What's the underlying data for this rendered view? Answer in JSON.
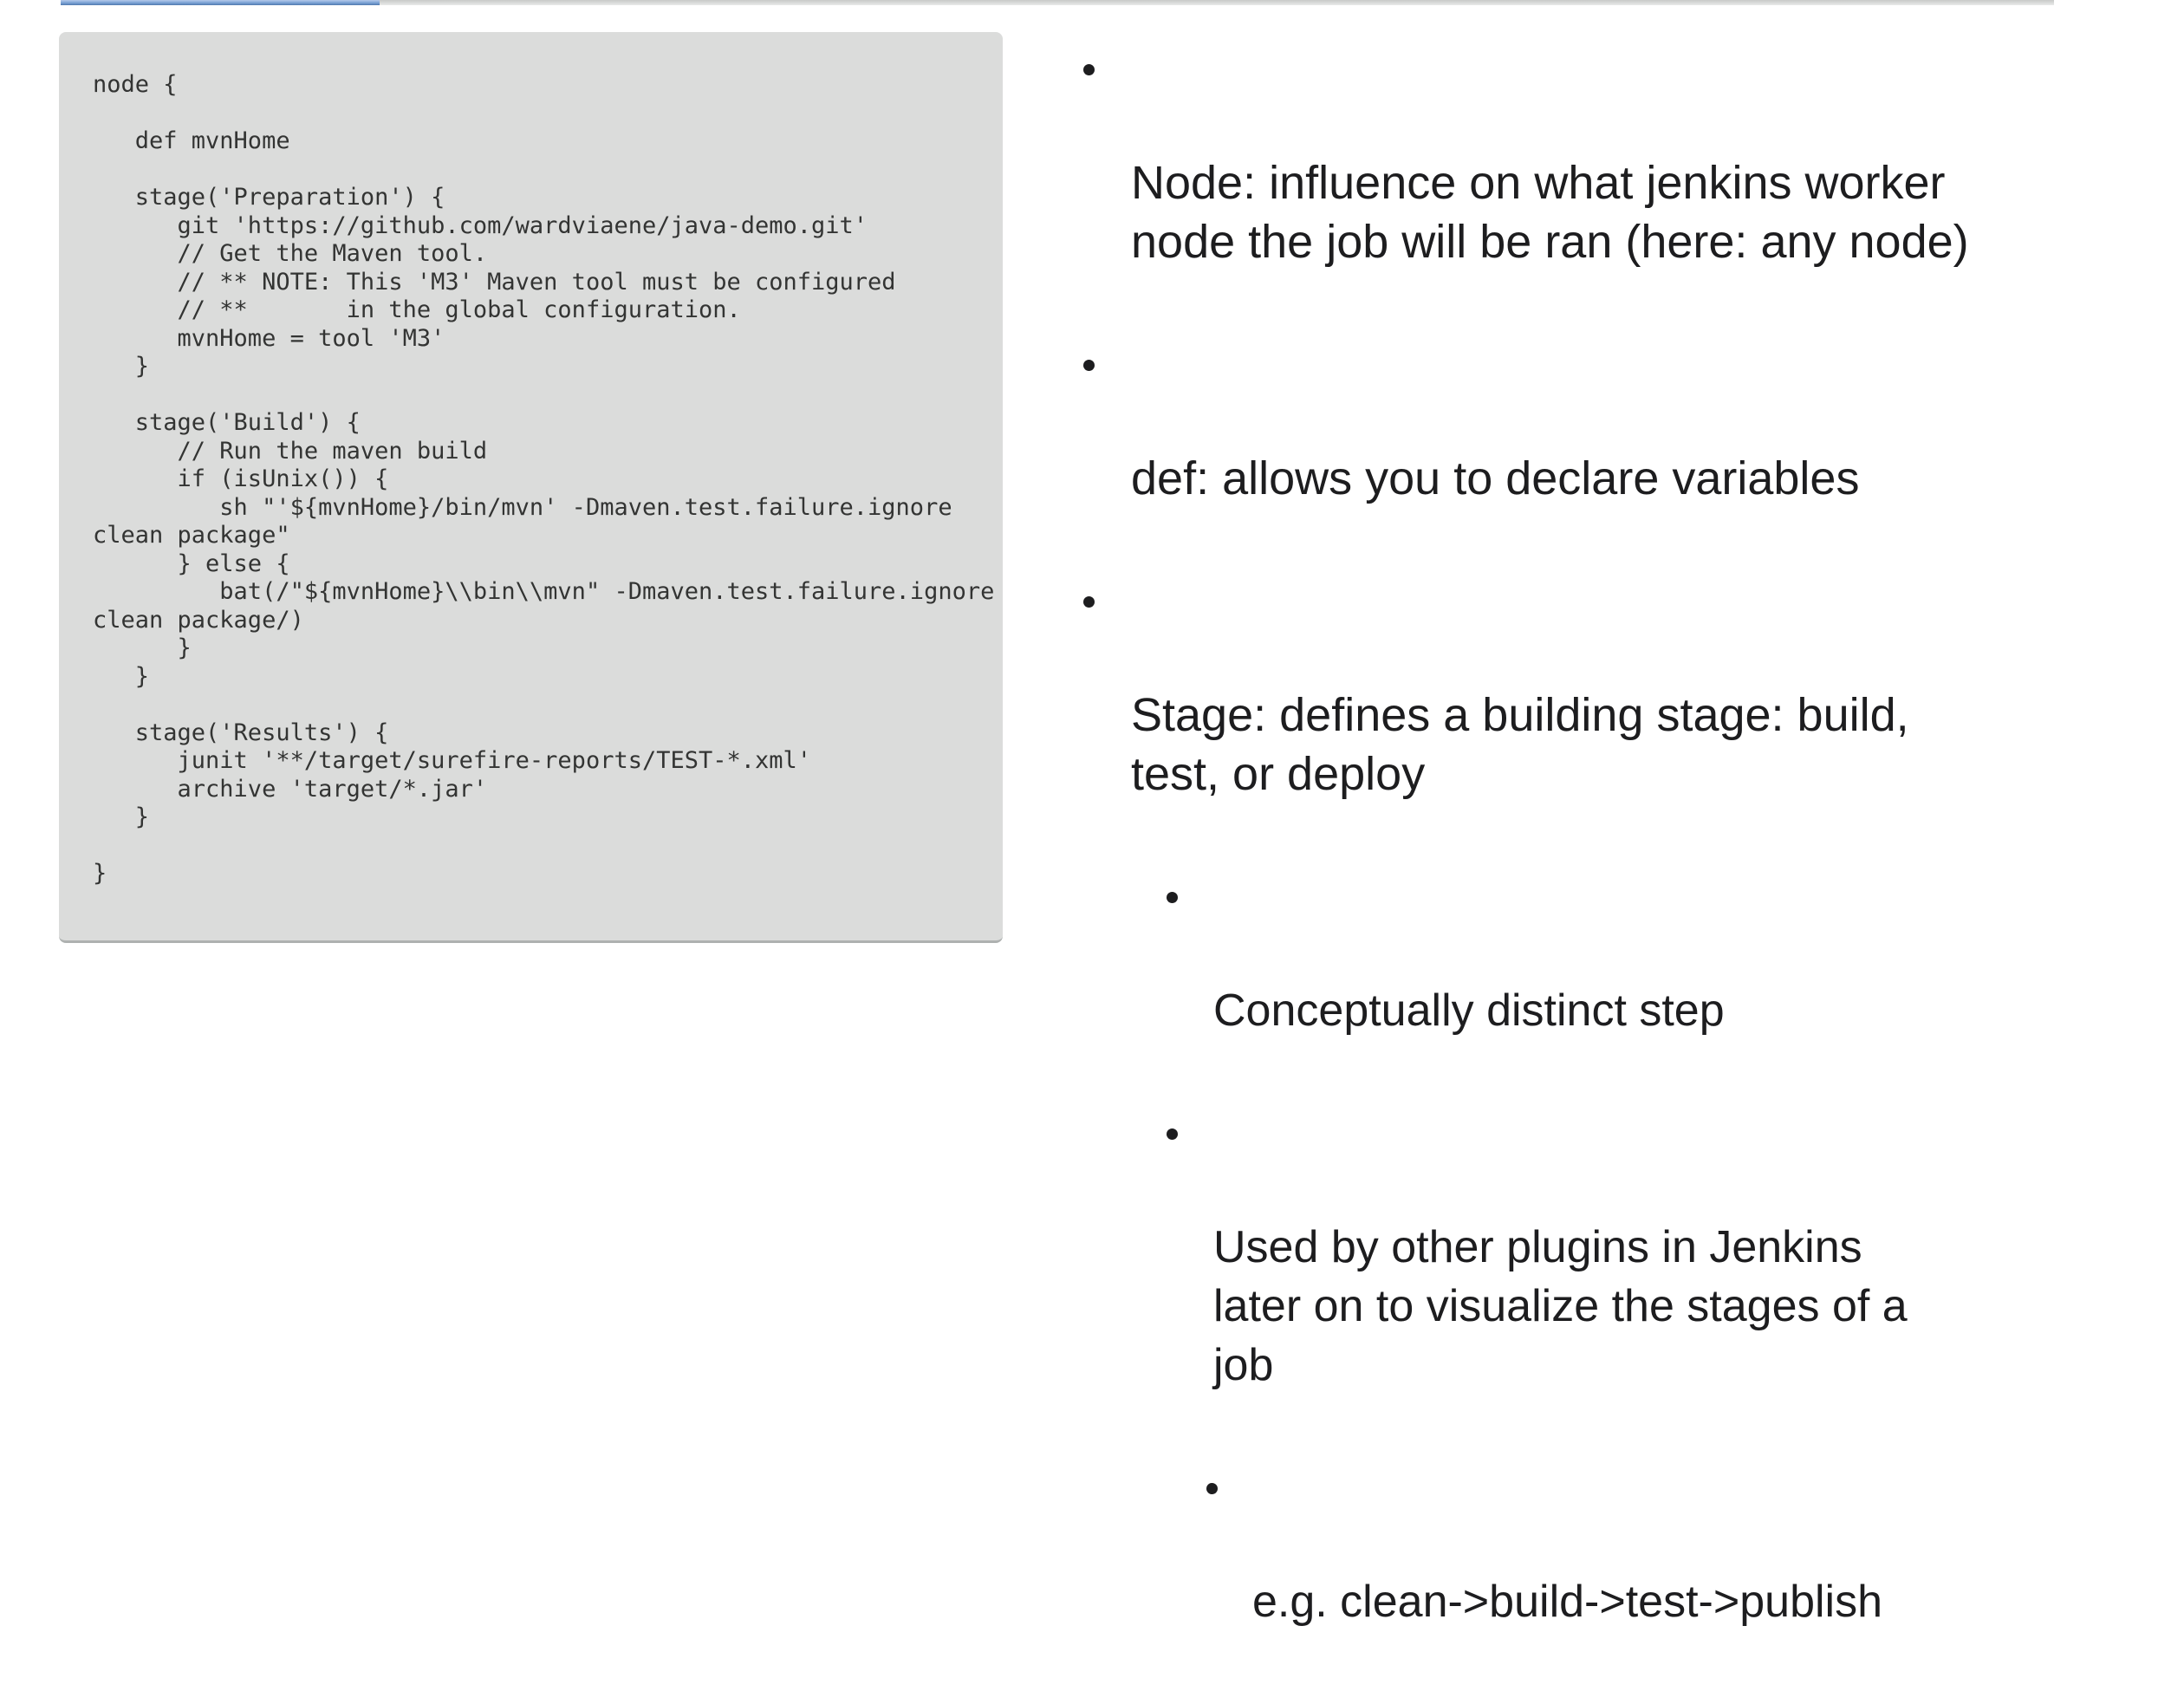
{
  "page": {
    "background": "#ffffff"
  },
  "progress_bar": {
    "percent_watched": 16,
    "fill_color": "#7aa1d4",
    "track_color": "#e2e2e2"
  },
  "code_panel": {
    "background": "#dbdcdb",
    "text_color": "#333433",
    "code": "node {\n\n   def mvnHome\n\n   stage('Preparation') {\n      git 'https://github.com/wardviaene/java-demo.git'\n      // Get the Maven tool.\n      // ** NOTE: This 'M3' Maven tool must be configured\n      // **       in the global configuration.\n      mvnHome = tool 'M3'\n   }\n\n   stage('Build') {\n      // Run the maven build\n      if (isUnix()) {\n         sh \"'${mvnHome}/bin/mvn' -Dmaven.test.failure.ignore\nclean package\"\n      } else {\n         bat(/\"${mvnHome}\\\\bin\\\\mvn\" -Dmaven.test.failure.ignore\nclean package/)\n      }\n   }\n\n   stage('Results') {\n      junit '**/target/surefire-reports/TEST-*.xml'\n      archive 'target/*.jar'\n   }\n\n}"
  },
  "bullets": [
    {
      "level": 1,
      "text": "Node: influence on what jenkins worker\nnode the job will be ran (here: any node)"
    },
    {
      "level": 1,
      "text": "def: allows you to declare variables"
    },
    {
      "level": 1,
      "text": "Stage: defines a building stage: build,\ntest, or deploy"
    },
    {
      "level": 2,
      "text": "Conceptually distinct step"
    },
    {
      "level": 2,
      "text": "Used by other plugins in Jenkins\nlater on to visualize the stages of a\njob"
    },
    {
      "level": 3,
      "text": "e.g. clean->build->test->publish"
    }
  ]
}
